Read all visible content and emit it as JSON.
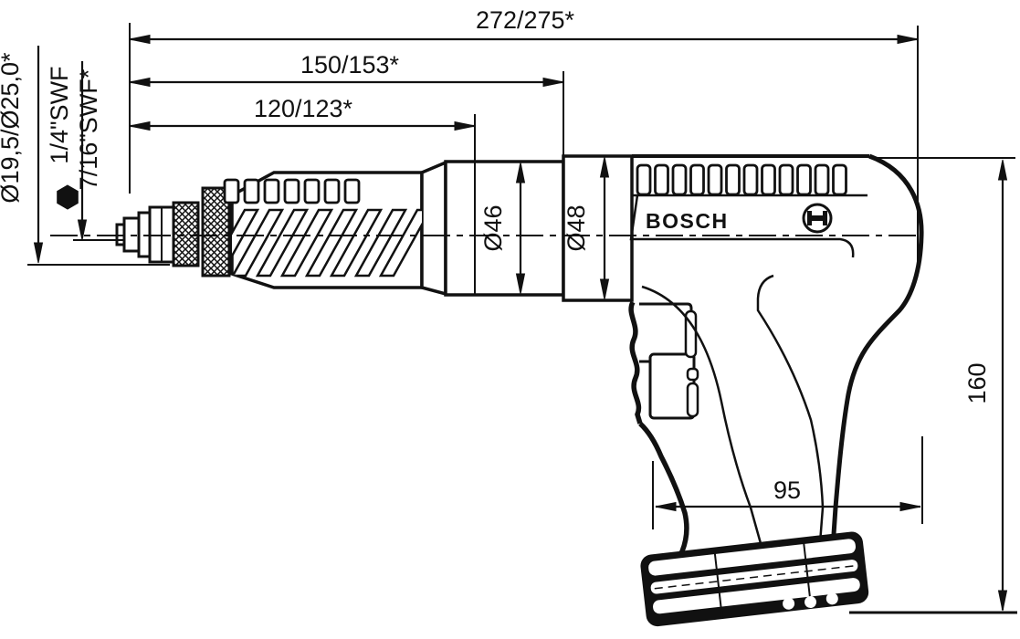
{
  "drawing": {
    "brand": "BOSCH",
    "description": "Technical dimension drawing of a Bosch pistol-grip pneumatic screwdriver, side view"
  },
  "dimensions": {
    "overall_length": "272/275*",
    "length_to_rear_body": "150/153*",
    "length_to_mid_body": "120/123*",
    "nose_diameters": "Ø19,5/Ø25,0*",
    "hex_drive_small": "1/4\"SWF",
    "hex_drive_large": "7/16\"SWF*",
    "body_diameter_mid": "Ø46",
    "body_diameter_rear": "Ø48",
    "grip_depth": "95",
    "overall_height": "160"
  },
  "colors": {
    "ink": "#111111",
    "paper": "#ffffff"
  }
}
